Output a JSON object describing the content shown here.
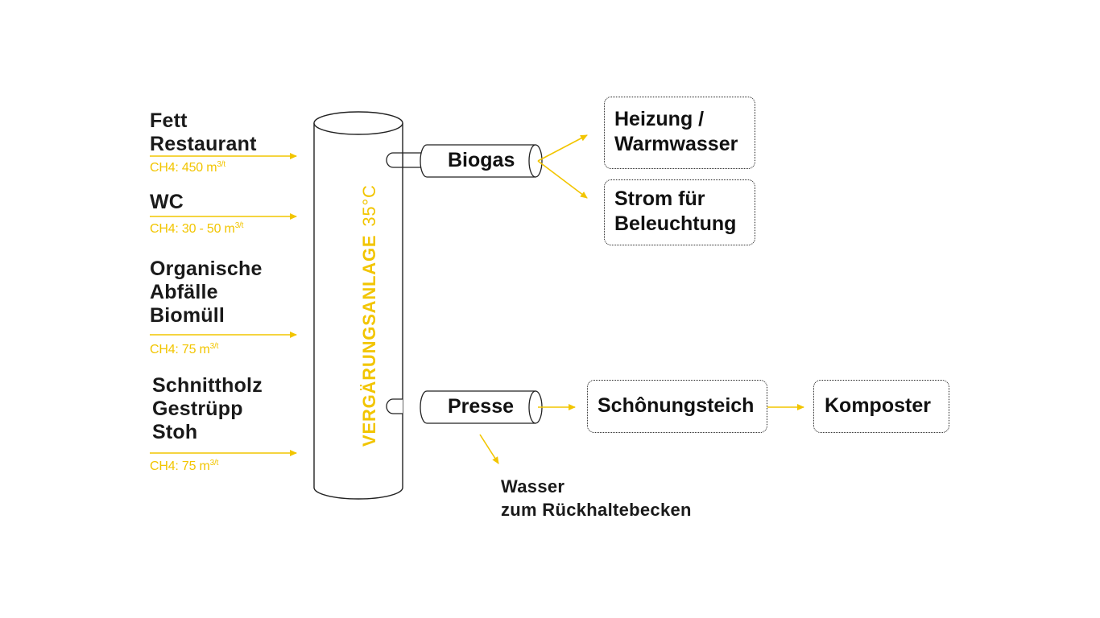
{
  "colors": {
    "accent": "#f2c500",
    "ink": "#111111"
  },
  "inputs": [
    {
      "lines": [
        "Fett",
        "Restaurant"
      ],
      "ch4": "CH4: 450 m",
      "unit": "3/t"
    },
    {
      "lines": [
        "WC"
      ],
      "ch4": "CH4: 30 - 50 m",
      "unit": "3/t"
    },
    {
      "lines": [
        "Organische",
        "Abfälle",
        "Biomüll"
      ],
      "ch4": "CH4: 75 m",
      "unit": "3/t"
    },
    {
      "lines": [
        "Schnittholz",
        "Gestrüpp",
        "Stoh"
      ],
      "ch4": "CH4: 75 m",
      "unit": "3/t"
    }
  ],
  "digester": {
    "label": "VERGÄRUNGSANLAGE",
    "temperature": "35°C"
  },
  "outputs": {
    "biogas": "Biogas",
    "presse": "Presse"
  },
  "targets": {
    "heating": [
      "Heizung /",
      "Warmwasser"
    ],
    "power": [
      "Strom für",
      "Beleuchtung"
    ],
    "pond": "Schônungsteich",
    "composter": "Komposter",
    "water": [
      "Wasser",
      "zum Rückhaltebecken"
    ]
  }
}
